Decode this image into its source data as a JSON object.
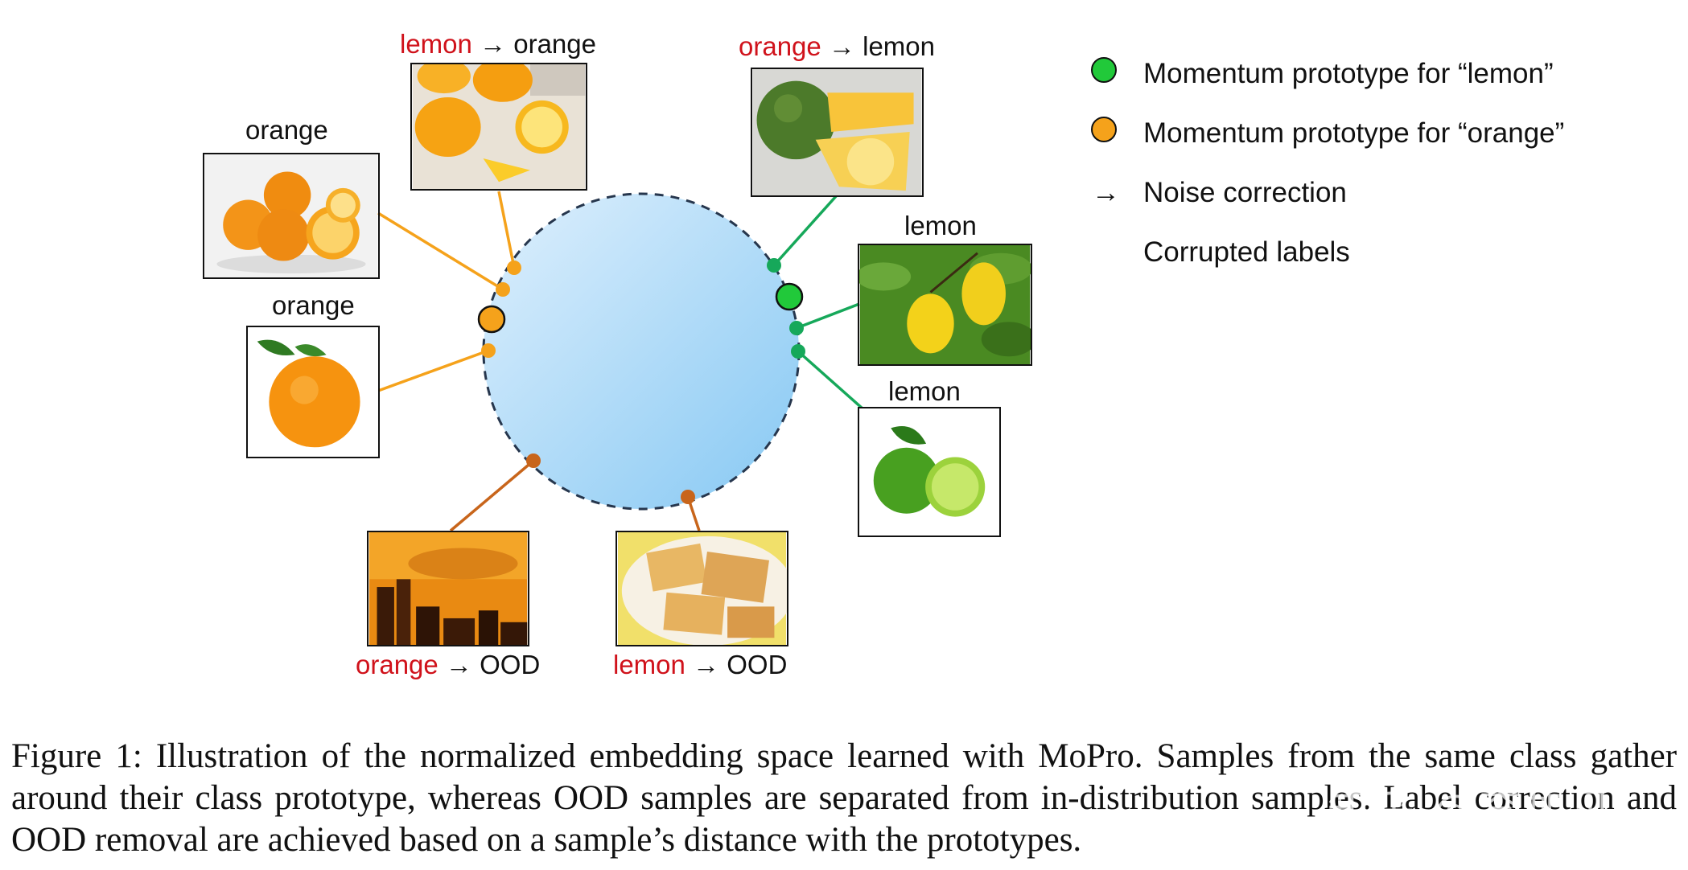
{
  "labels": {
    "lemon_to_orange": {
      "from": "lemon",
      "arrow": "→",
      "to": "orange"
    },
    "orange_to_lemon": {
      "from": "orange",
      "arrow": "→",
      "to": "lemon"
    },
    "orange_top": "orange",
    "orange_mid": "orange",
    "lemon_right_top": "lemon",
    "lemon_right_mid": "lemon",
    "orange_to_ood": {
      "from": "orange",
      "arrow": "→",
      "to": "OOD"
    },
    "lemon_to_ood": {
      "from": "lemon",
      "arrow": "→",
      "to": "OOD"
    }
  },
  "legend": {
    "lemon_prototype": "Momentum prototype for “lemon”",
    "orange_prototype": "Momentum prototype for “orange”",
    "noise_arrow": "→",
    "noise_correction": "Noise correction",
    "corrupted_labels": "Corrupted labels"
  },
  "caption": {
    "figure_label": "Figure 1:",
    "text": "Illustration of the normalized embedding space learned with MoPro. Samples from the same class gather around their class prototype, whereas OOD samples are separated from in-distribution samples. Label correction and OOD removal are achieved based on a sample’s distance with the prototypes."
  },
  "watermark": "知乎 @李加贝",
  "colors": {
    "orange": "#f5a21b",
    "green": "#16a85a",
    "ood": "#c8651b",
    "corrupted": "#d0121b",
    "sphere_light": "#d9eefc",
    "sphere_dark": "#8ccaf3"
  }
}
